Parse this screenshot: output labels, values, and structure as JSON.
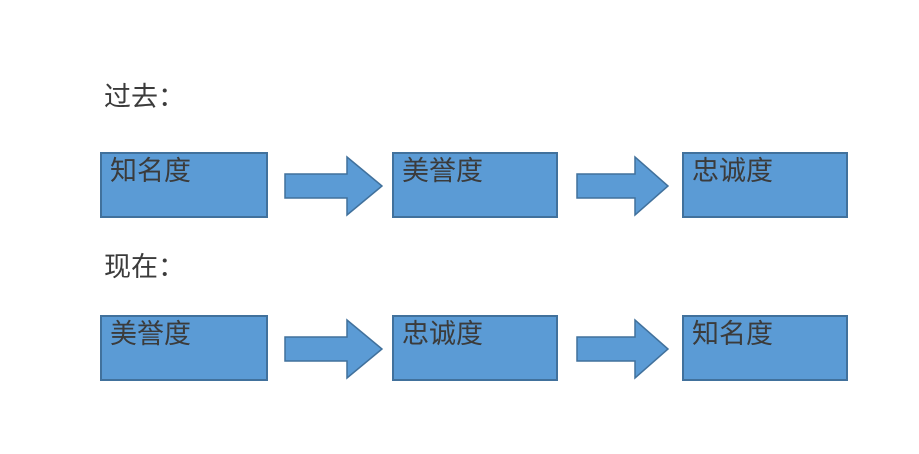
{
  "slide": {
    "background_color": "#FFFFFF",
    "box_fill_color": "#5B9BD5",
    "box_border_color": "#41719C",
    "text_color": "#3B3B3B"
  },
  "sections": [
    {
      "caption": "过去：",
      "steps": [
        "知名度",
        "美誉度",
        "忠诚度"
      ],
      "connectors": [
        "right-arrow",
        "right-arrow"
      ]
    },
    {
      "caption": "现在：",
      "steps": [
        "美誉度",
        "忠诚度",
        "知名度"
      ],
      "connectors": [
        "right-arrow",
        "right-arrow"
      ]
    }
  ]
}
